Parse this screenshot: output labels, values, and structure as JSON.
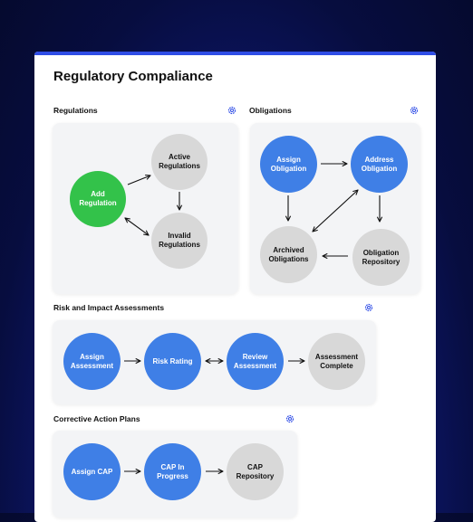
{
  "page": {
    "title": "Regulatory Compaliance"
  },
  "icons": {
    "gear": "gear-icon"
  },
  "colors": {
    "accent": "#2f4de6",
    "node_blue": "#3f7fe6",
    "node_green": "#33c24a",
    "node_gray": "#d8d8d8"
  },
  "sections": {
    "regulations": {
      "title": "Regulations",
      "nodes": {
        "add": "Add\nRegulation",
        "active": "Active\nRegulations",
        "invalid": "Invalid\nRegulations"
      }
    },
    "obligations": {
      "title": "Obligations",
      "nodes": {
        "assign": "Assign\nObligation",
        "address": "Address\nObligation",
        "archived": "Archived\nObligations",
        "repository": "Obligation\nRepository"
      }
    },
    "risk": {
      "title": "Risk and Impact Assessments",
      "nodes": {
        "assign": "Assign\nAssessment",
        "rating": "Risk Rating",
        "review": "Review\nAssessment",
        "complete": "Assessment\nComplete"
      }
    },
    "cap": {
      "title": "Corrective Action Plans",
      "nodes": {
        "assign": "Assign CAP",
        "progress": "CAP In\nProgress",
        "repository": "CAP\nRepository"
      }
    }
  }
}
